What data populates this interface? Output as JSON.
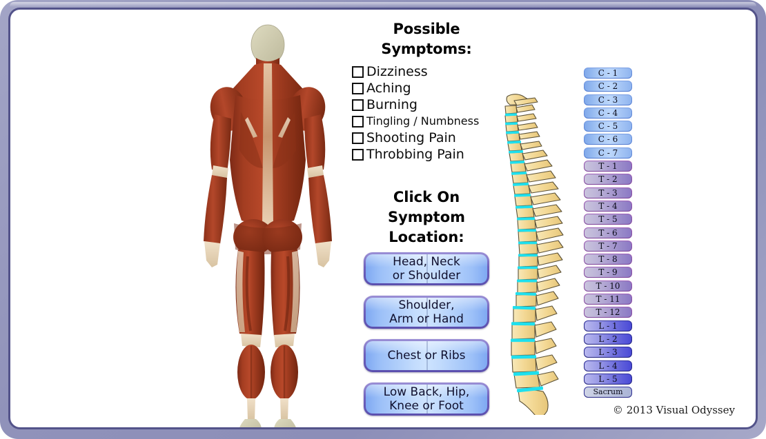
{
  "frame": {
    "border_color": "#53538a",
    "frame_color": "#9092ba"
  },
  "symptoms_panel": {
    "title_line1": "Possible",
    "title_line2": "Symptoms:",
    "items": [
      {
        "label": "Dizziness",
        "checked": false,
        "small": false
      },
      {
        "label": "Aching",
        "checked": false,
        "small": false
      },
      {
        "label": "Burning",
        "checked": false,
        "small": false
      },
      {
        "label": "Tingling / Numbness",
        "checked": false,
        "small": true
      },
      {
        "label": "Shooting Pain",
        "checked": false,
        "small": false
      },
      {
        "label": "Throbbing Pain",
        "checked": false,
        "small": false
      }
    ]
  },
  "click_heading": {
    "line1": "Click On",
    "line2": "Symptom",
    "line3": "Location:"
  },
  "location_buttons": [
    {
      "name": "head-neck-shoulder",
      "line1": "Head, Neck",
      "line2": "or Shoulder"
    },
    {
      "name": "shoulder-arm-hand",
      "line1": "Shoulder,",
      "line2": "Arm or Hand"
    },
    {
      "name": "chest-ribs",
      "line1": "Chest or Ribs",
      "line2": ""
    },
    {
      "name": "low-back-hip-knee-foot",
      "line1": "Low Back, Hip,",
      "line2": "Knee or Foot"
    }
  ],
  "vertebrae": [
    {
      "label": "C - 1",
      "region": "c"
    },
    {
      "label": "C - 2",
      "region": "c"
    },
    {
      "label": "C - 3",
      "region": "c"
    },
    {
      "label": "C - 4",
      "region": "c"
    },
    {
      "label": "C - 5",
      "region": "c"
    },
    {
      "label": "C - 6",
      "region": "c"
    },
    {
      "label": "C - 7",
      "region": "c"
    },
    {
      "label": "T - 1",
      "region": "t"
    },
    {
      "label": "T - 2",
      "region": "t"
    },
    {
      "label": "T - 3",
      "region": "t"
    },
    {
      "label": "T - 4",
      "region": "t"
    },
    {
      "label": "T - 5",
      "region": "t"
    },
    {
      "label": "T - 6",
      "region": "t"
    },
    {
      "label": "T - 7",
      "region": "t"
    },
    {
      "label": "T - 8",
      "region": "t"
    },
    {
      "label": "T - 9",
      "region": "t"
    },
    {
      "label": "T - 10",
      "region": "t"
    },
    {
      "label": "T - 11",
      "region": "t"
    },
    {
      "label": "T - 12",
      "region": "t"
    },
    {
      "label": "L - 1",
      "region": "l"
    },
    {
      "label": "L - 2",
      "region": "l"
    },
    {
      "label": "L - 3",
      "region": "l"
    },
    {
      "label": "L - 4",
      "region": "l"
    },
    {
      "label": "L - 5",
      "region": "l"
    },
    {
      "label": "Sacrum",
      "region": "s"
    }
  ],
  "anatomy": {
    "figure_alt": "posterior muscular anatomy figure",
    "muscle_color": "#9e3a20",
    "skin_color": "#c8a489",
    "bone_color": "#d8d5bb"
  },
  "spine": {
    "alt": "lateral view of the vertebral column",
    "bone_color": "#f5dfa0",
    "disc_color": "#22e2ee",
    "outline_color": "#5a5036"
  },
  "copyright": "© 2013 Visual Odyssey"
}
